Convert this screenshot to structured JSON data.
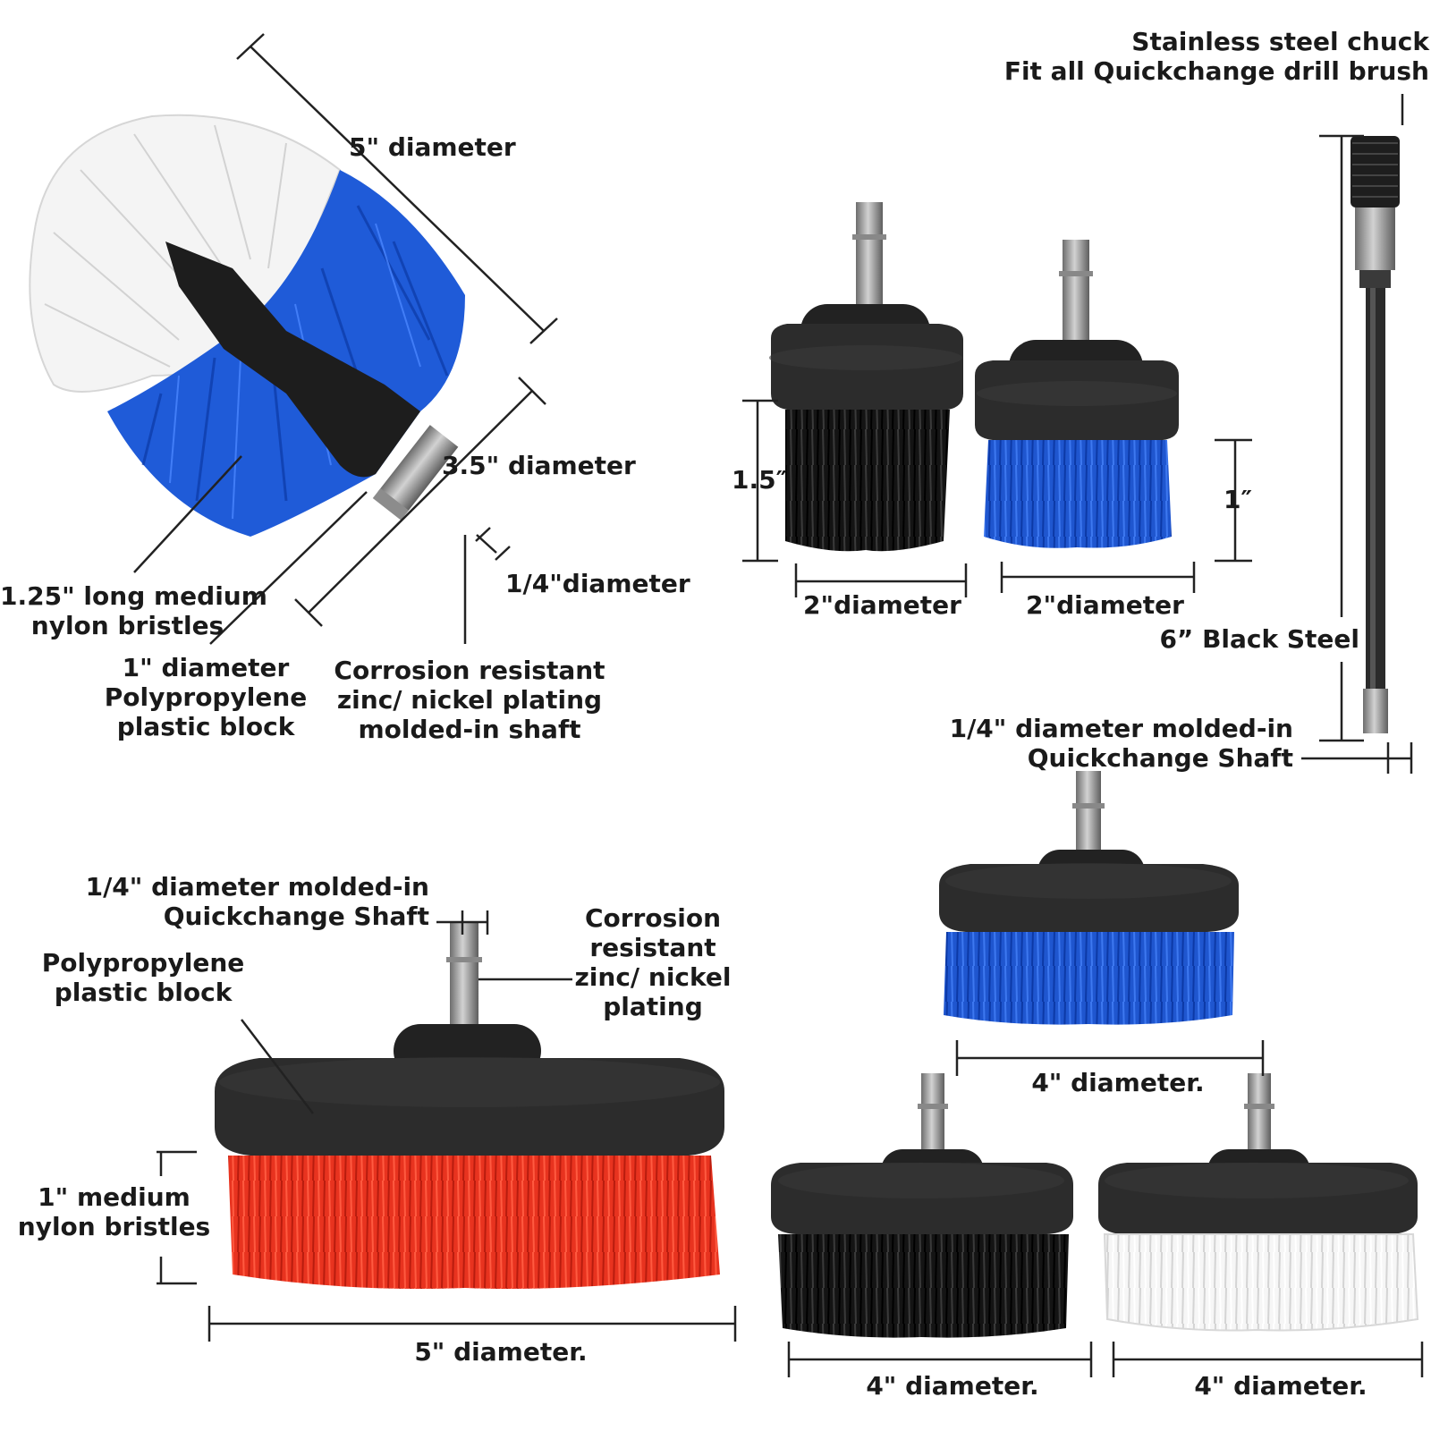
{
  "labels": {
    "drill_5in_diameter": "5\" diameter",
    "drill_35in_diameter": "3.5\" diameter",
    "drill_quarter_diameter": "1/4\"diameter",
    "drill_bristles": [
      "1.25\" long medium",
      "nylon bristles"
    ],
    "drill_block": [
      "1\" diameter",
      "Polypropylene",
      "plastic block"
    ],
    "drill_shaft": [
      "Corrosion resistant",
      "zinc/ nickel plating",
      "molded-in shaft"
    ],
    "small_height_black": "1.5″",
    "small_height_blue": "1″",
    "small_diameter_black": "2\"diameter",
    "small_diameter_blue": "2\"diameter",
    "chuck_title": [
      "Stainless steel chuck",
      "Fit all Quickchange drill brush"
    ],
    "chuck_length": "6” Black Steel",
    "chuck_shaft": [
      "1/4\" diameter molded-in",
      "Quickchange Shaft"
    ],
    "red_shaft": [
      "1/4\" diameter molded-in",
      "Quickchange Shaft"
    ],
    "red_block": [
      "Polypropylene",
      "plastic block"
    ],
    "red_plating": [
      "Corrosion",
      "resistant",
      "zinc/ nickel",
      "plating"
    ],
    "red_bristles": [
      "1\" medium",
      "nylon bristles"
    ],
    "red_diameter": "5\" diameter.",
    "blue4_diameter": "4\" diameter.",
    "black4_diameter": "4\" diameter.",
    "white4_diameter": "4\" diameter."
  },
  "colors": {
    "block": "#2b2b2b",
    "shaft": "#9a9a9a",
    "bristle_blue": "#1f5bd8",
    "bristle_white": "#f3f3f3",
    "bristle_red": "#e8331f",
    "bristle_black": "#141414",
    "line": "#222222"
  }
}
